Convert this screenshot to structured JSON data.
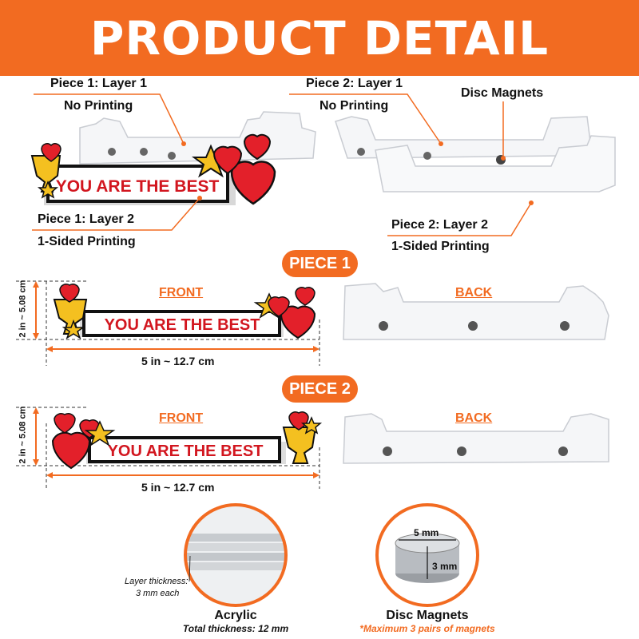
{
  "header": {
    "title": "PRODUCT DETAIL"
  },
  "colors": {
    "accent": "#f26b21",
    "heart": "#e3202a",
    "gold": "#f4c020",
    "dark": "#111111"
  },
  "exploded": {
    "p1_layer1": {
      "title": "Piece 1: Layer 1",
      "note": "No Printing"
    },
    "p1_layer2": {
      "title": "Piece 1: Layer 2",
      "note": "1-Sided Printing"
    },
    "p2_layer1": {
      "title": "Piece 2: Layer 1",
      "note": "No Printing"
    },
    "p2_layer2": {
      "title": "Piece 2: Layer 2",
      "note": "1-Sided Printing"
    },
    "magnets_label": "Disc Magnets",
    "artwork_text": "YOU ARE THE BEST"
  },
  "piece1": {
    "title": "PIECE 1",
    "front": "FRONT",
    "back": "BACK",
    "height": "2 in ~ 5.08 cm",
    "width": "5 in ~ 12.7 cm",
    "artwork_text": "YOU ARE THE BEST"
  },
  "piece2": {
    "title": "PIECE 2",
    "front": "FRONT",
    "back": "BACK",
    "height": "2 in ~ 5.08 cm",
    "width": "5 in ~ 12.7 cm",
    "artwork_text": "YOU ARE THE BEST"
  },
  "acrylic": {
    "title": "Acrylic",
    "subtitle": "Total thickness: 12 mm",
    "layer_note_1": "Layer thickness:",
    "layer_note_2": "3 mm each"
  },
  "magnet": {
    "title": "Disc Magnets",
    "subtitle": "*Maximum 3 pairs of magnets",
    "diameter": "5 mm",
    "height": "3 mm"
  }
}
